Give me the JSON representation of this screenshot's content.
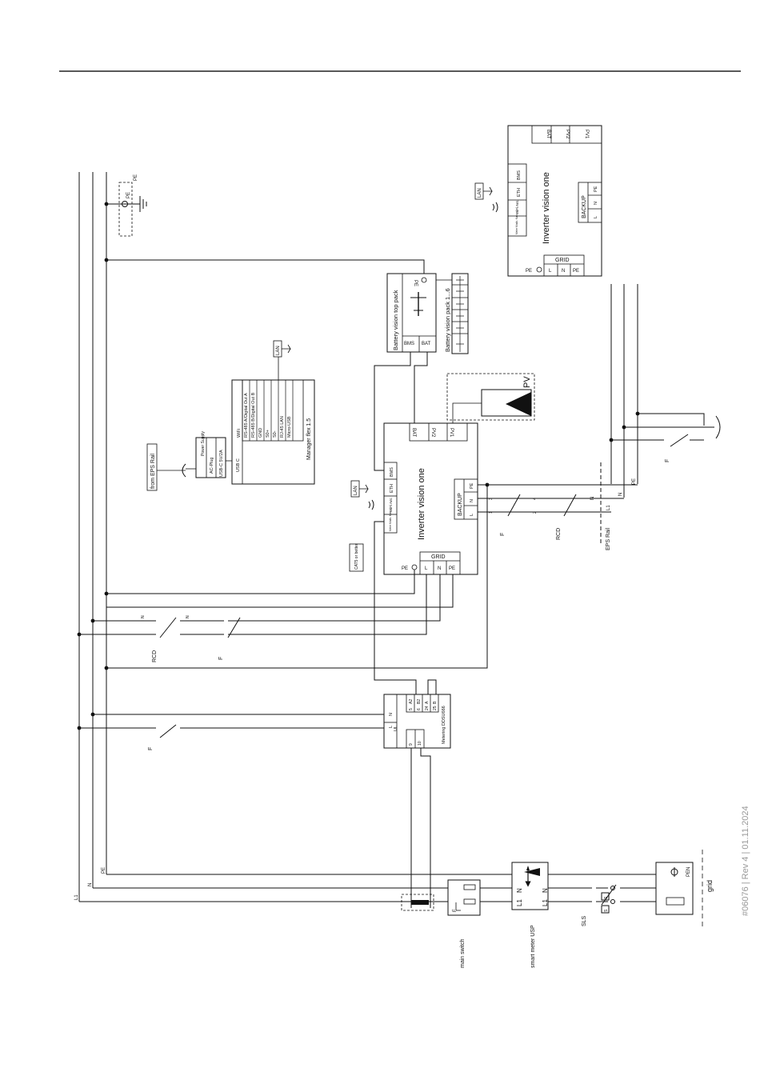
{
  "doc": {
    "footer": "#06076 | Rev 4 | 01.11.2024"
  },
  "inverter_small": {
    "title": "Inverter vision one",
    "pv1": "PV1",
    "pv2": "PV2",
    "bat": "BAT",
    "bms": "BMS",
    "eth": "ETH",
    "wifi": "WiFi Ant.",
    "meter": "Meter Modb. Kab.",
    "grid": "GRID",
    "l": "L",
    "n": "N",
    "pe": "PE",
    "backup": "BACKUP",
    "bl": "L",
    "bn": "N",
    "bpe": "PE",
    "pe_ext": "PE",
    "lan": "LAN"
  },
  "battery": {
    "top_pack": "Battery vision top pack",
    "pack": "Battery vision pack 1...6",
    "bms": "BMS",
    "bat": "BAT",
    "pe": "PE"
  },
  "manager": {
    "title": "Manager flex 1.5",
    "rows": [
      "WiFi",
      "RS-485 A/Digital Out A",
      "RS-485 B/Digital Out B",
      "GND",
      "S0+",
      "S0-",
      "RJ-45 LAN",
      "Micro-USB"
    ],
    "usbc": "USB C",
    "psu": "Power Supply",
    "acplug": "AC-Plug",
    "usbc5v": "USB-C 5V/2A",
    "from_eps": "from EPS Rail",
    "lan": "LAN"
  },
  "inverter_main": {
    "title": "Inverter vision one",
    "pv1": "PV1",
    "pv2": "PV2",
    "bat": "BAT",
    "bms": "BMS",
    "eth": "ETH",
    "wifi": "WiFi Ant.",
    "meter": "Meter Modb. Kab.",
    "grid": "GRID",
    "l": "L",
    "n": "N",
    "pe": "PE",
    "backup": "BACKUP",
    "bl": "L",
    "bn": "N",
    "bpe": "PE",
    "pe_ext": "PE",
    "lan": "LAN",
    "cat5": "CAT5 or better"
  },
  "pv": {
    "label": "PV"
  },
  "metering": {
    "title": "Metering DDSU666",
    "n": "N",
    "l": "L",
    "ul": "UL",
    "t5": "5",
    "a2": "A2",
    "t6": "6",
    "b2": "B2",
    "t24": "24",
    "a": "A",
    "t25": "25",
    "b": "B",
    "t9": "9",
    "t10": "10"
  },
  "labels": {
    "pe_top": "PE",
    "pe_ground": "PE",
    "rcd": "RCD",
    "f": "F",
    "eps_rail": "EPS Rail",
    "l1": "L1",
    "n": "N",
    "pe": "PE",
    "n1": "N",
    "n2": "N",
    "n3": "N",
    "n4": "N",
    "t1": "1",
    "t2": "2",
    "t3": "3",
    "t4": "4",
    "main_switch": "main switch",
    "smart_meter": "smart meter USP",
    "sls": "SLS",
    "grid": "grid",
    "pen": "PEN",
    "sm_l1a": "L1",
    "sm_na": "N",
    "sm_l1b": "L1",
    "sm_nb": "N",
    "ms_f": "F",
    "s": "S"
  }
}
